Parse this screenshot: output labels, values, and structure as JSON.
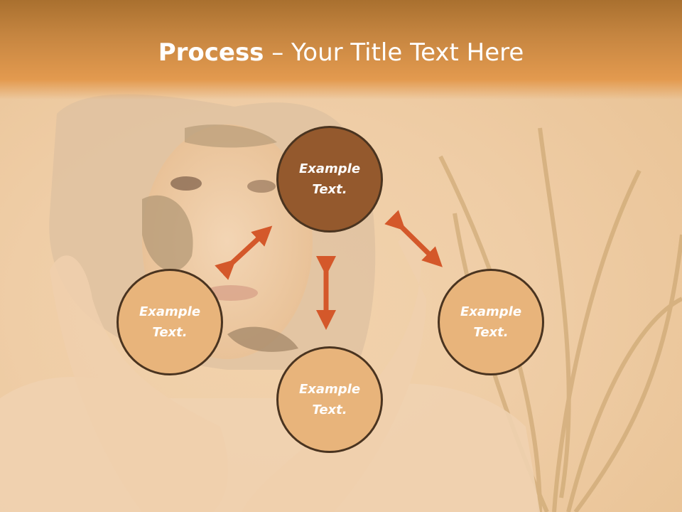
{
  "slide": {
    "title_bold": "Process",
    "title_rest": " – Your Title Text Here"
  },
  "diagram": {
    "nodes": [
      {
        "line1": "Example",
        "line2": "Text."
      },
      {
        "line1": "Example",
        "line2": "Text."
      },
      {
        "line1": "Example",
        "line2": "Text."
      },
      {
        "line1": "Example",
        "line2": "Text."
      }
    ]
  },
  "colors": {
    "header": "#c58540",
    "circle_light": "#e8b47b",
    "circle_dark": "#94592d",
    "arrow": "#d4582a"
  }
}
